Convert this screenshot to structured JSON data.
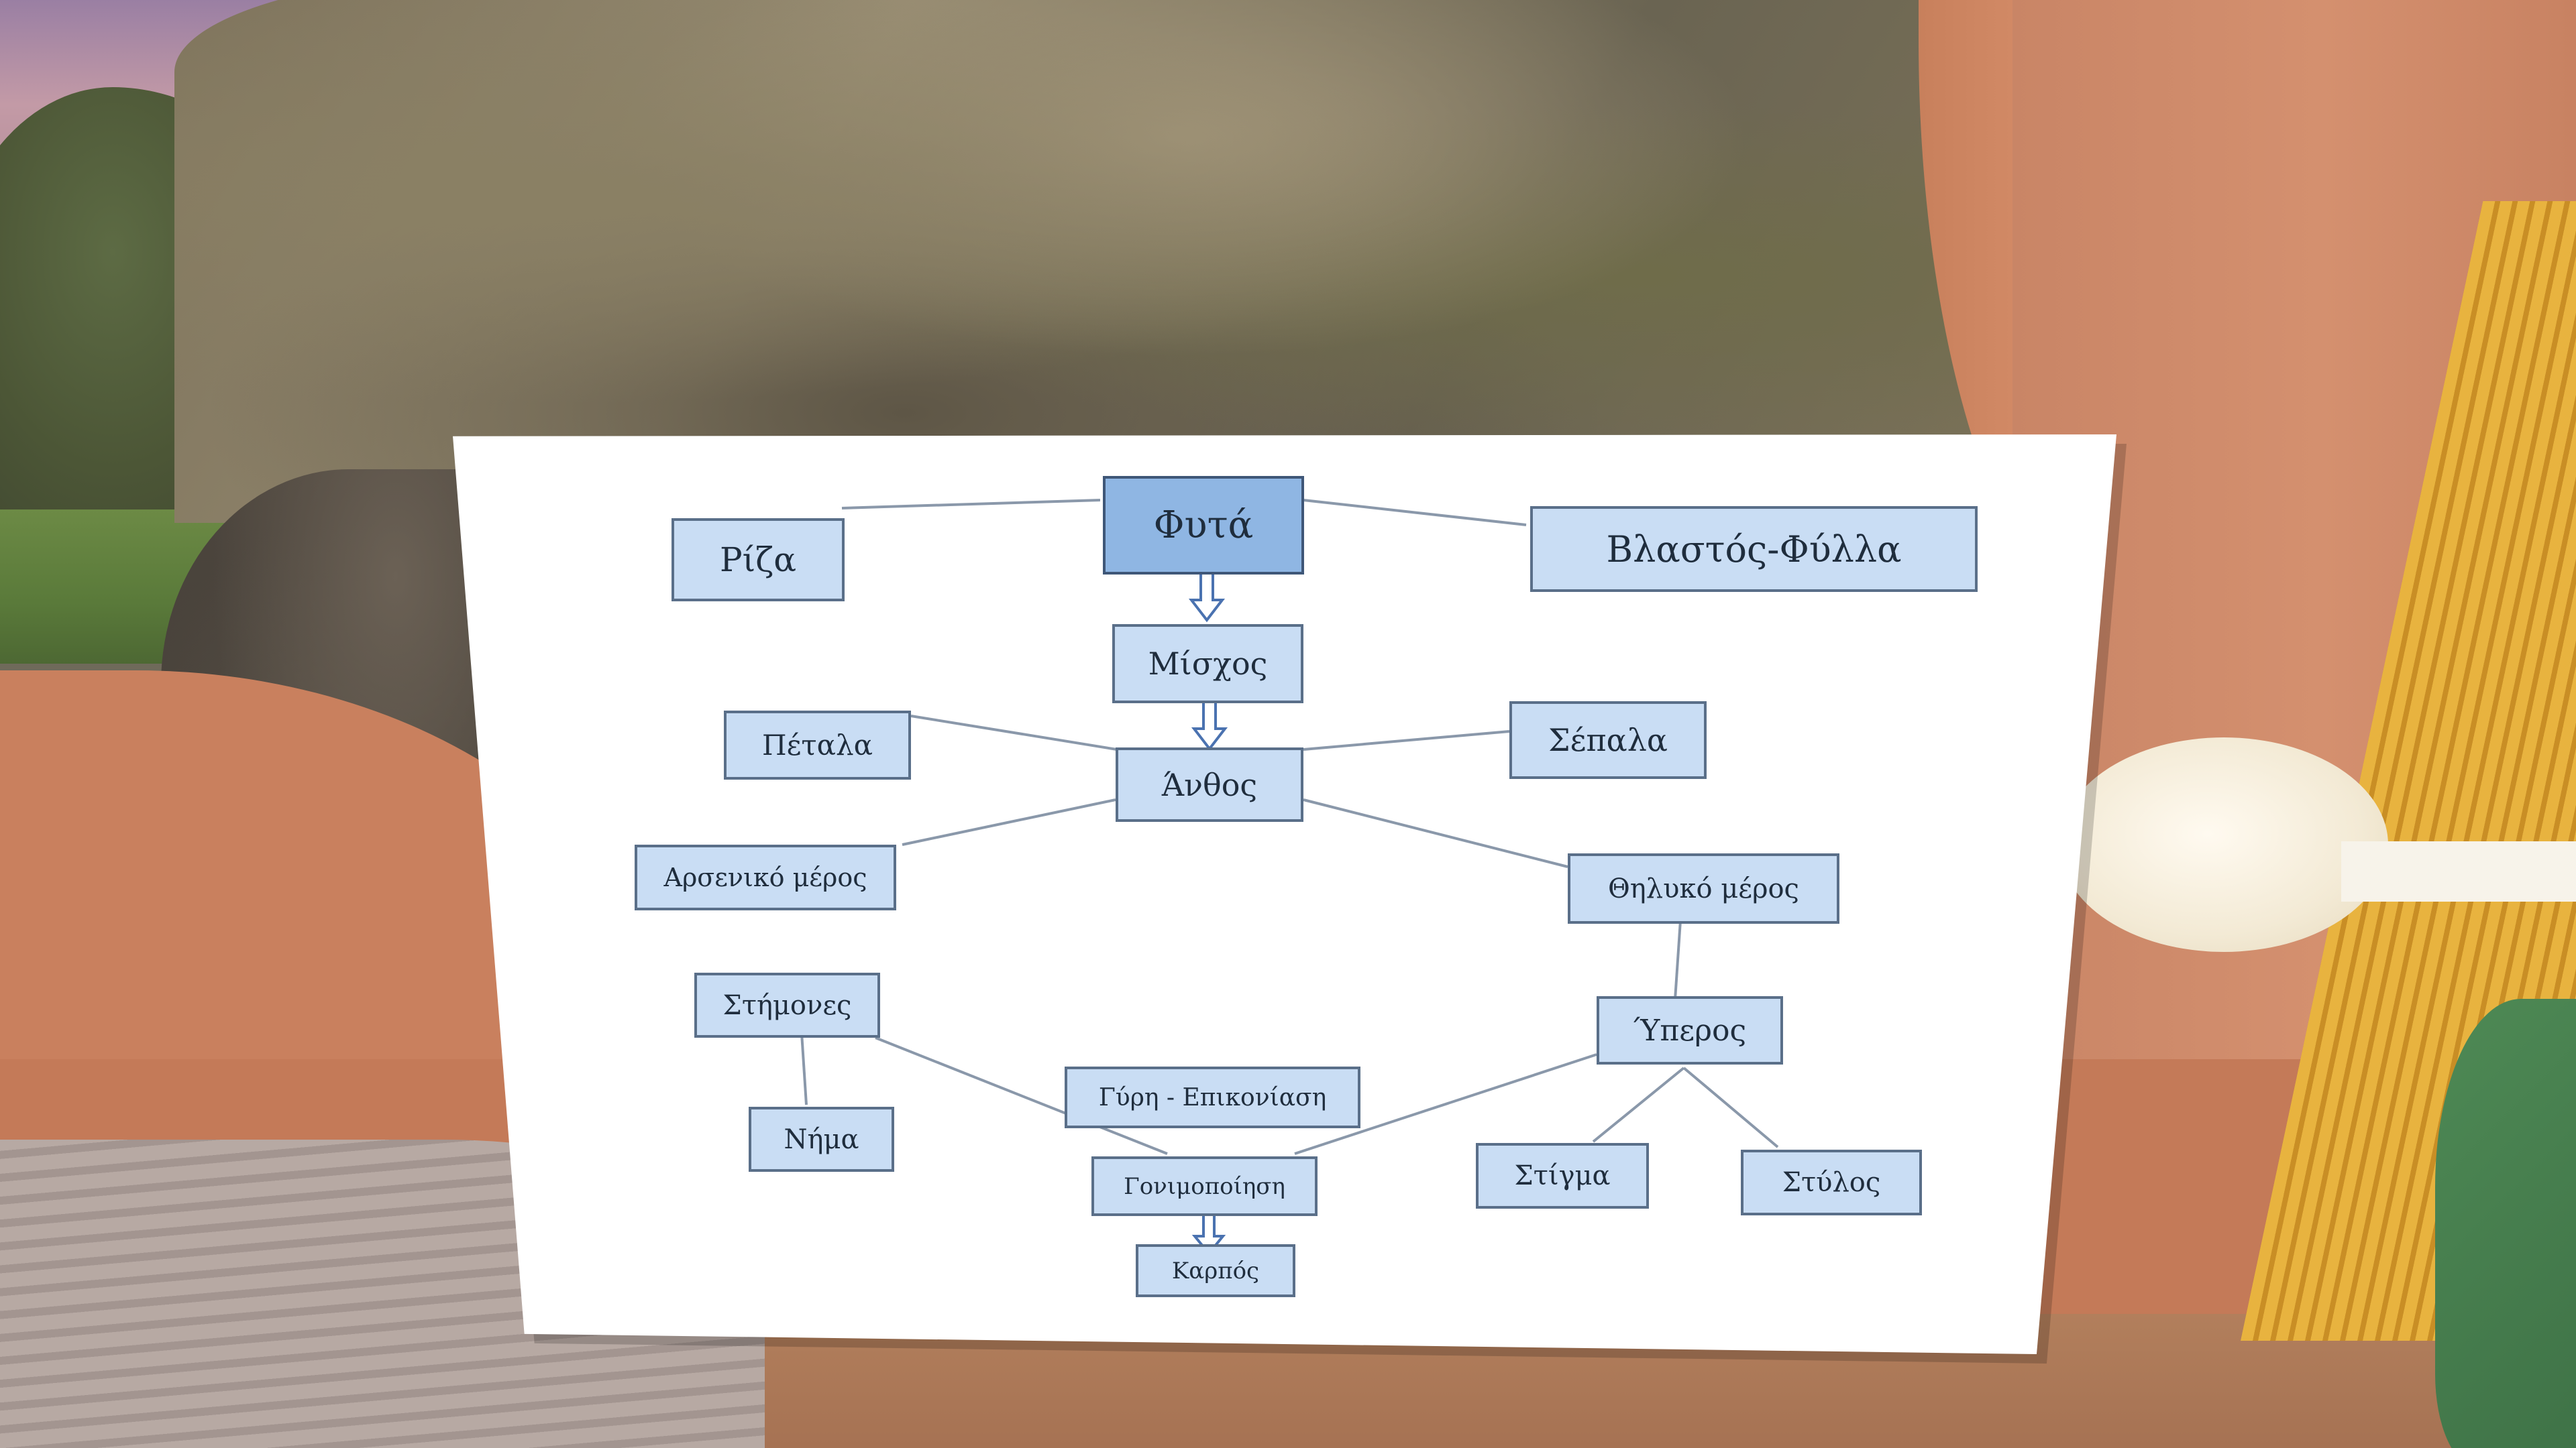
{
  "diagram": {
    "root": "Φυτά",
    "nodes": {
      "riza": "Ρίζα",
      "vlastos": "Βλαστός-Φύλλα",
      "mischos": "Μίσχος",
      "petala": "Πέταλα",
      "sepala": "Σέπαλα",
      "anthos": "Άνθος",
      "arseniko": "Αρσενικό μέρος",
      "thiliko": "Θηλυκό μέρος",
      "stimones": "Στήμονες",
      "yperos": "Ύπερος",
      "gyri": "Γύρη - Επικονίαση",
      "nima": "Νήμα",
      "gonimopoiisi": "Γονιμοποίηση",
      "stigma": "Στίγμα",
      "stylos": "Στύλος",
      "karpos": "Καρπός"
    }
  },
  "colors": {
    "node_fill": "#c9ddf4",
    "root_fill": "#8fb6e3",
    "node_border": "#5a6f89",
    "arrow": "#4a72b0"
  }
}
